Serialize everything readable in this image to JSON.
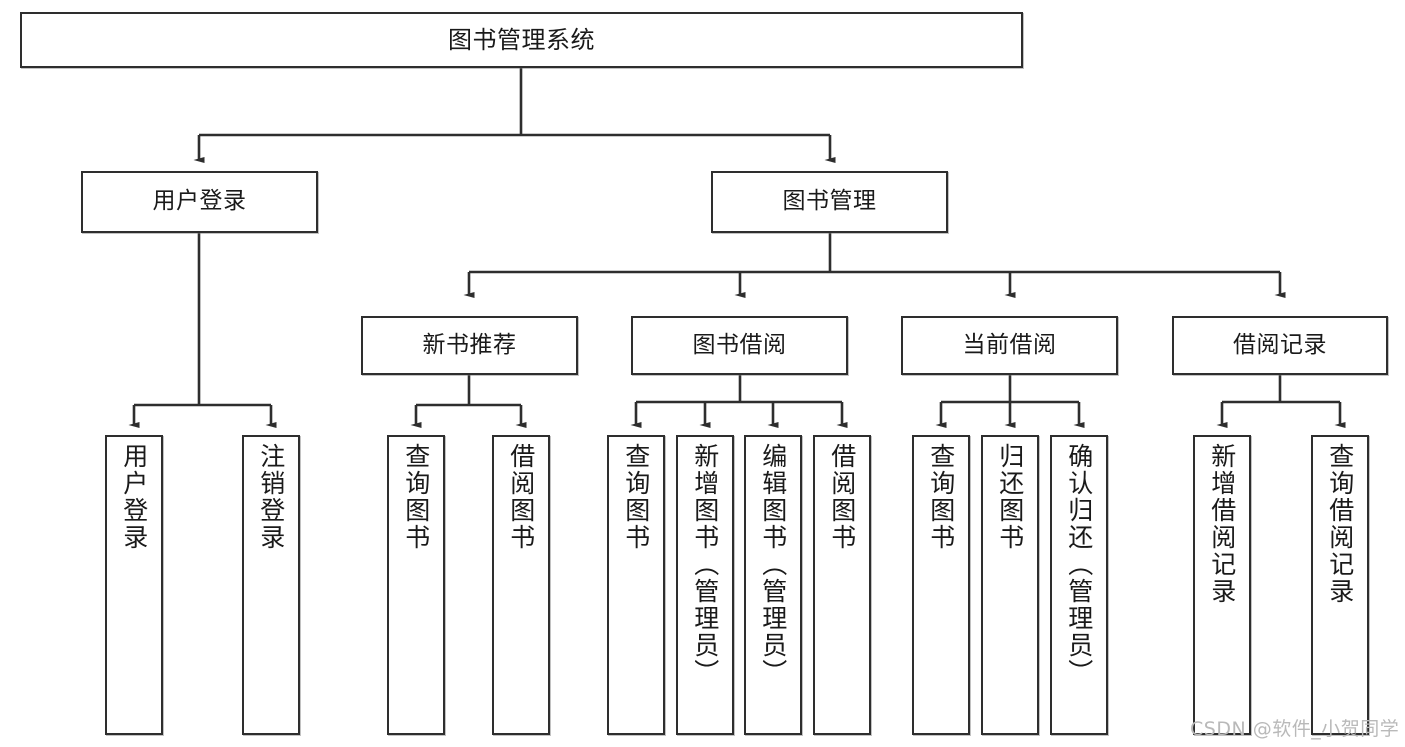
{
  "diagram": {
    "title": "图书管理系统",
    "type": "hierarchy-tree",
    "colors": {
      "box_border": "#2e2e2e",
      "box_fill": "#ffffff",
      "edge": "#2e2e2e",
      "text": "#1a1a1a",
      "watermark": "#b9b9b9",
      "background": "#ffffff"
    },
    "nodes": {
      "root": {
        "label": "图书管理系统"
      },
      "level2": [
        {
          "label": "用户登录"
        },
        {
          "label": "图书管理"
        }
      ],
      "level3": [
        {
          "label": "新书推荐"
        },
        {
          "label": "图书借阅"
        },
        {
          "label": "当前借阅"
        },
        {
          "label": "借阅记录"
        }
      ],
      "leaves_user_login": [
        {
          "label": "用户登录"
        },
        {
          "label": "注销登录"
        }
      ],
      "leaves_new_book": [
        {
          "label": "查询图书"
        },
        {
          "label": "借阅图书"
        }
      ],
      "leaves_borrow": [
        {
          "label": "查询图书"
        },
        {
          "label": "新增图书（管理员）"
        },
        {
          "label": "编辑图书（管理员）"
        },
        {
          "label": "借阅图书"
        }
      ],
      "leaves_current": [
        {
          "label": "查询图书"
        },
        {
          "label": "归还图书"
        },
        {
          "label": "确认归还（管理员）"
        }
      ],
      "leaves_records": [
        {
          "label": "新增借阅记录"
        },
        {
          "label": "查询借阅记录"
        }
      ]
    },
    "watermark": "CSDN @软件_小贺同学"
  }
}
